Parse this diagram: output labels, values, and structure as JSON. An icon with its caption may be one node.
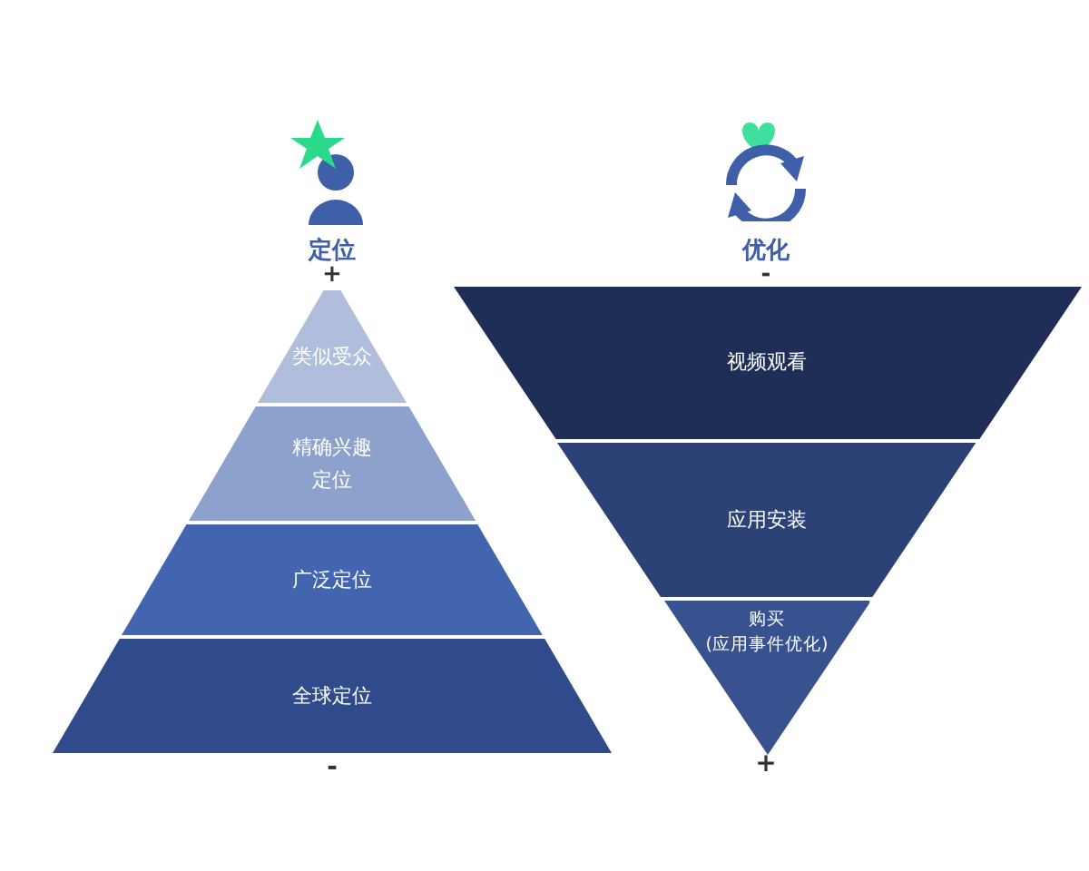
{
  "diagram": {
    "nodes": [
      {
        "text": [
          "类似受众"
        ]
      },
      {
        "text": [
          "精确兴趣定位"
        ]
      },
      {
        "text": [
          "广泛定位"
        ]
      },
      {
        "text": [
          "全球定位"
        ]
      },
      {
        "text": [
          "视频观看"
        ]
      },
      {
        "text": [
          "应用安装"
        ]
      },
      {
        "text": [
          "购买",
          "(应用事件优化)"
        ]
      }
    ],
    "edges": [],
    "labels": [
      "定位",
      "优化",
      "+",
      "-",
      "-",
      "+"
    ]
  }
}
